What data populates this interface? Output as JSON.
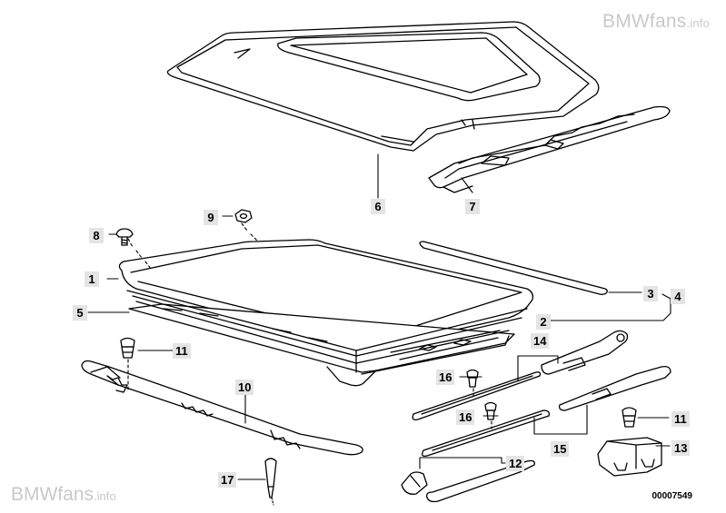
{
  "watermark": {
    "brand": "BMWfans",
    "suffix": ".info"
  },
  "document_number": "00007549",
  "callouts": {
    "c1": "1",
    "c2": "2",
    "c3": "3",
    "c4": "4",
    "c5": "5",
    "c6": "6",
    "c7": "7",
    "c8": "8",
    "c9": "9",
    "c10": "10",
    "c11a": "11",
    "c11b": "11",
    "c12": "12",
    "c13": "13",
    "c14": "14",
    "c15": "15",
    "c16a": "16",
    "c16b": "16",
    "c17": "17"
  },
  "colors": {
    "line": "#000000",
    "label_bg": "#e4e4e4",
    "watermark": "#c9c9c9"
  }
}
